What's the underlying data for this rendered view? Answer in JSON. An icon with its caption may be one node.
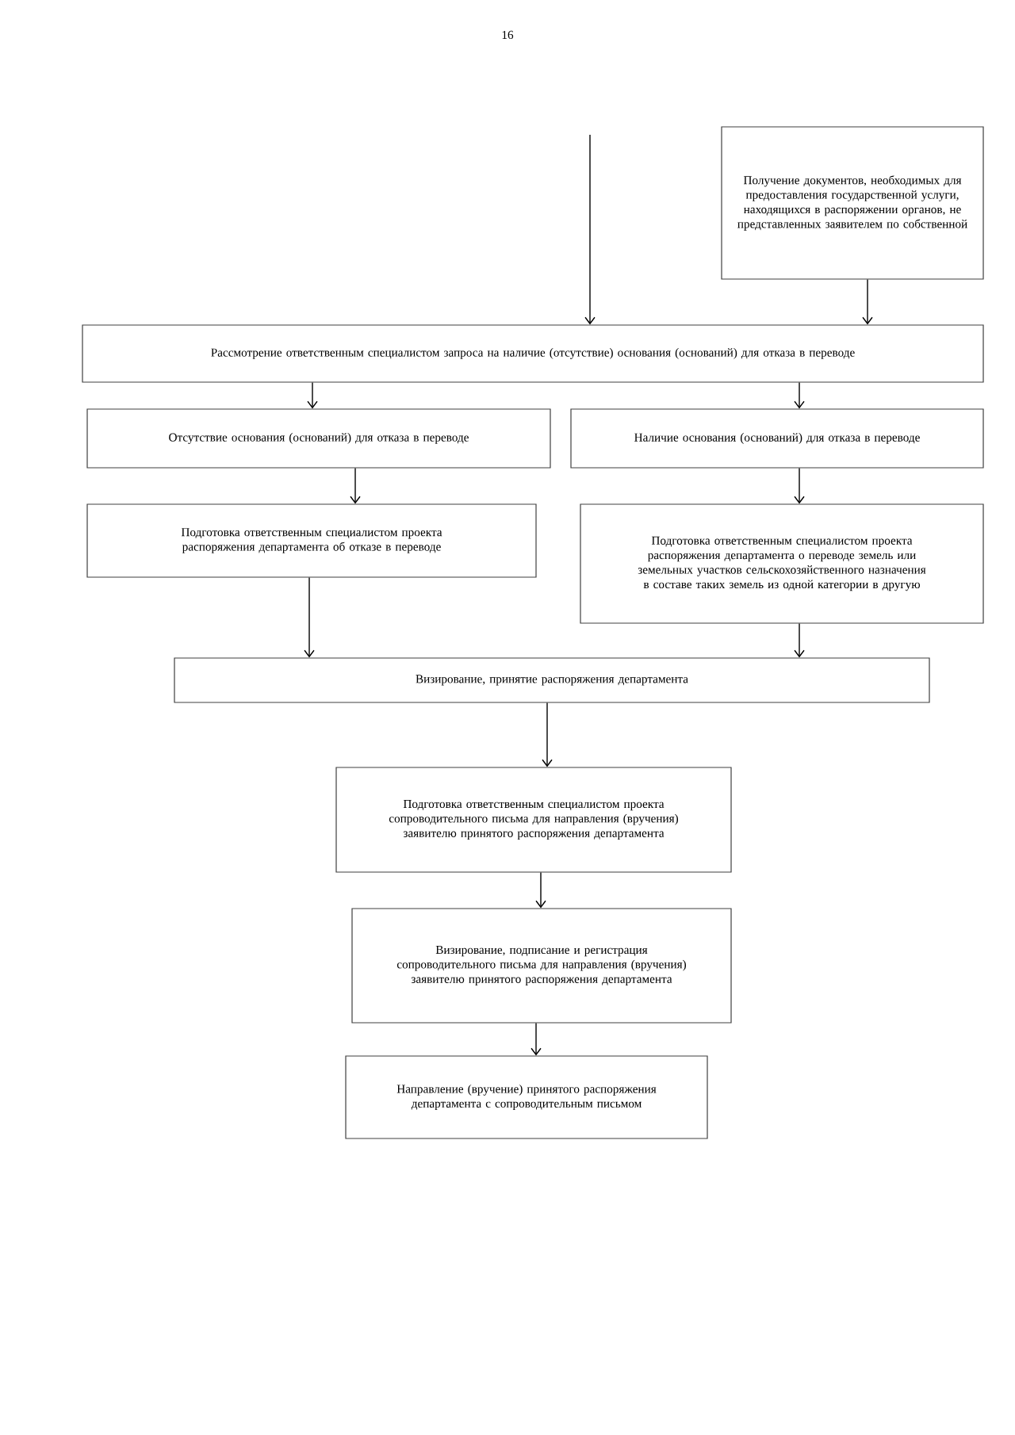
{
  "diagram": {
    "nodes": [
      {
        "text": [
          "Получение документов, необходимых для предоставления государственной услуги, находящихся в распоряжении органов, не представленных заявителем по собственной"
        ]
      },
      {
        "text": [
          "Рассмотрение ответственным специалистом запроса на наличие (отсутствие) основания (оснований) для отказа в переводе"
        ]
      },
      {
        "text": [
          "Отсутствие основания (оснований) для отказа в переводе"
        ]
      },
      {
        "text": [
          "Наличие основания (оснований) для отказа в переводе"
        ]
      },
      {
        "text": [
          "Подготовка ответственным специалистом проекта распоряжения департамента об отказе в переводе"
        ]
      },
      {
        "text": [
          "Подготовка ответственным специалистом проекта распоряжения департамента о переводе земель или земельных участков сельскохозяйственного назначения в составе таких земель из одной категории в другую"
        ]
      },
      {
        "text": [
          "Визирование, принятие распоряжения департамента"
        ]
      },
      {
        "text": [
          "Подготовка ответственным специалистом проекта сопроводительного письма для направления (вручения) заявителю принятого распоряжения департамента"
        ]
      },
      {
        "text": [
          "Визирование, подписание и регистрация сопроводительного письма для направления (вручения) заявителю принятого распоряжения департамента"
        ]
      },
      {
        "text": [
          "Направление (вручение) принятого распоряжения департамента с сопроводительным письмом"
        ]
      }
    ],
    "edges": [
      {
        "from": null,
        "to": 1,
        "arrow": "to"
      },
      {
        "from": 0,
        "to": 1,
        "arrow": "to"
      },
      {
        "from": 1,
        "to": 2,
        "arrow": "to"
      },
      {
        "from": 1,
        "to": 3,
        "arrow": "to"
      },
      {
        "from": 2,
        "to": 4,
        "arrow": "to"
      },
      {
        "from": 3,
        "to": 5,
        "arrow": "to"
      },
      {
        "from": 4,
        "to": 6,
        "arrow": "to"
      },
      {
        "from": 5,
        "to": 6,
        "arrow": "to"
      },
      {
        "from": 6,
        "to": 7,
        "arrow": "to"
      },
      {
        "from": 7,
        "to": 8,
        "arrow": "to"
      },
      {
        "from": 8,
        "to": 9,
        "arrow": "to"
      }
    ],
    "labels": [
      "16"
    ]
  }
}
